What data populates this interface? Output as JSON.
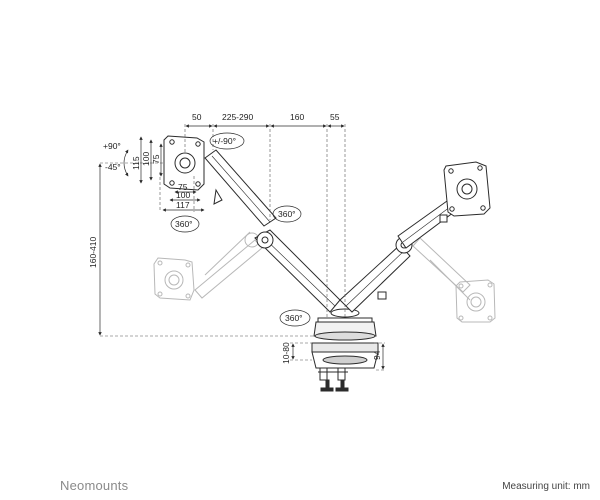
{
  "colors": {
    "line": "#2b2b2b",
    "ghost": "#b8b8b8",
    "accent": "#e0e0e0",
    "text": "#222222",
    "brand": "#8a8a8a"
  },
  "top_dimensions": {
    "d1": "50",
    "d2": "225-290",
    "d3": "160",
    "d4": "55"
  },
  "vesa": {
    "tilt_up": "+90°",
    "tilt_down": "-45°",
    "h115": "115",
    "h100": "100",
    "h75": "75",
    "w75": "75",
    "w100": "100",
    "w117": "117"
  },
  "rotations": {
    "swivel": "+/-90°",
    "r1": "360°",
    "r2": "360°",
    "r3": "360°"
  },
  "heights": {
    "arm_range": "160-410",
    "clamp": "10-80",
    "base": "94"
  },
  "footer": {
    "brand": "Neomounts",
    "unit": "Measuring unit: mm"
  }
}
